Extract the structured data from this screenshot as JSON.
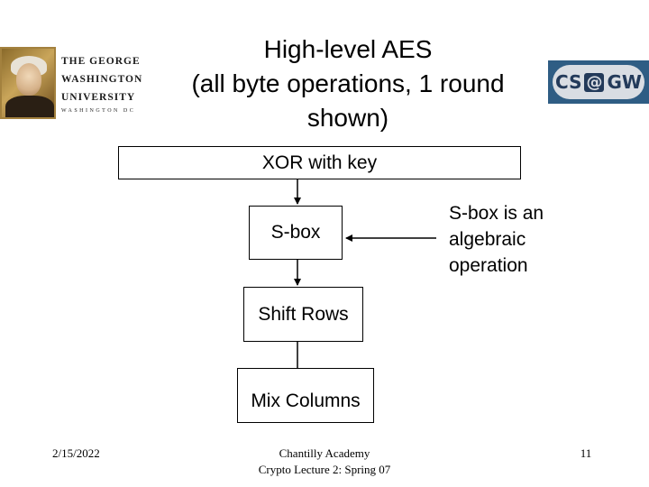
{
  "title_lines": [
    "High-level AES",
    "(all byte operations, 1 round",
    "shown)"
  ],
  "logos": {
    "gwu": {
      "lines": [
        "THE GEORGE",
        "WASHINGTON",
        "UNIVERSITY"
      ],
      "sub": "WASHINGTON DC"
    },
    "csgw": {
      "left": "CS",
      "at": "@",
      "right": "GW"
    }
  },
  "diagram": {
    "boxes": [
      "XOR with key",
      "S-box",
      "Shift Rows",
      "Mix Columns"
    ],
    "note_lines": [
      "S-box is an",
      "algebraic",
      "operation"
    ]
  },
  "footer": {
    "date": "2/15/2022",
    "center_lines": [
      "Chantilly Academy",
      "Crypto Lecture 2: Spring 07"
    ],
    "page": "11"
  },
  "colors": {
    "csgw_bg": "#2f5d84",
    "csgw_text": "#233a5a",
    "gwu_gold": "#a3813e"
  }
}
